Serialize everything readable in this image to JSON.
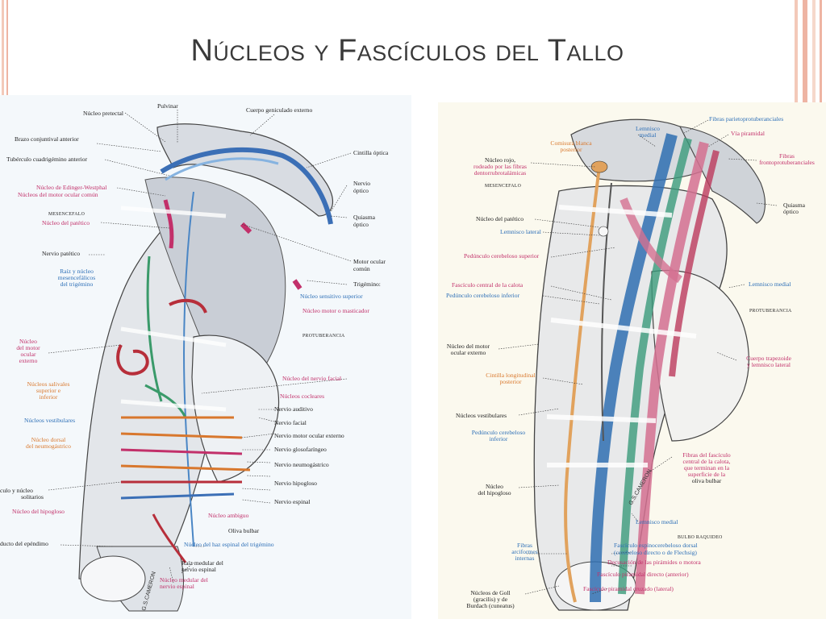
{
  "slide": {
    "title": "Núcleos y Fascículos del Tallo",
    "accent_colors": [
      "#f3c9b9",
      "#eeb4a3",
      "#f6d8cb"
    ]
  },
  "left_labels": {
    "pulvinar": "Pulvinar",
    "cuerpo_geniculado": "Cuerpo geniculado externo",
    "nucleo_pretectal": "Núcleo pretectal",
    "brazo_conjuntival": "Brazo conjuntival anterior",
    "tuberculo": "Tubérculo cuadrigémino anterior",
    "cintilla_optica": "Cintilla óptica",
    "edinger_1": "Núcleo de Edinger-Westphal",
    "edinger_2": "Núcleos del motor ocular común",
    "nervio_optico_1": "Nervio",
    "nervio_optico_2": "óptico",
    "mesencefalo": "MESENCEFALO",
    "nucleo_patetico": "Núcleo del patético",
    "quiasma_1": "Quiasma",
    "quiasma_2": "óptico",
    "nervio_patetico": "Nervio patético",
    "motor_ocular_comun_1": "Motor ocular",
    "motor_ocular_comun_2": "común",
    "raiz_1": "Raíz y núcleo",
    "raiz_2": "mesencefálicos",
    "raiz_3": "del trigémino",
    "trigemino": "Trigémino:",
    "sensitivo_superior": "Núcleo sensitivo superior",
    "motor_masticador": "Núcleo motor o masticador",
    "protuberancia": "PROTUBERANCIA",
    "motor_ocular_ext_1": "Núcleo",
    "motor_ocular_ext_2": "del motor",
    "motor_ocular_ext_3": "ocular",
    "motor_ocular_ext_4": "externo",
    "nervio_facial_nucleo": "Núcleo del nervio facial",
    "salivales_1": "Núcleos salivales",
    "salivales_2": "superior e",
    "salivales_3": "inferior",
    "cocleares": "Núcleos cocleares",
    "nervio_auditivo": "Nervio auditivo",
    "vestibulares": "Núcleos vestibulares",
    "nervio_facial": "Nervio facial",
    "dorsal_1": "Núcleo dorsal",
    "dorsal_2": "del neumogástrico",
    "motor_ocular_externo": "Nervio motor ocular externo",
    "glosofaringeo": "Nervio glosofaríngeo",
    "neumogastrico": "Nervio neumogástrico",
    "solitarios_1": "culo y núcleo",
    "solitarios_2": "solitarios",
    "hipogloso_nervio": "Nervio hipogloso",
    "espinal_nervio": "Nervio espinal",
    "hipogloso_nucleo": "Núcleo del hipogloso",
    "ambiguo": "Núcleo ambiguo",
    "oliva": "Oliva bulbar",
    "epéndimo": "ducto del epéndimo",
    "haz_espinal": "Núcleo del haz espinal del trigémino",
    "raiz_medular_1": "Raíz medular del",
    "raiz_medular_2": "nervio espinal",
    "nucleo_medular_1": "Núcleo medular del",
    "nucleo_medular_2": "nervio espinal",
    "signature": "G.S.CAMERON"
  },
  "right_labels": {
    "fibras_parieto": "Fibras parietoprotuberanciales",
    "via_piramidal": "Vía piramidal",
    "lemnisco_medial_top_1": "Lemnisco",
    "lemnisco_medial_top_2": "medial",
    "comisura_1": "Comisura blanca",
    "comisura_2": "posterior",
    "fibras_fronto_1": "Fibras",
    "fibras_fronto_2": "frontoprotuberanciales",
    "rojo_1": "Núcleo rojo,",
    "rojo_2": "rodeado por las fibras",
    "rojo_3": "dentorrubrotalámicas",
    "mesencefalo": "MESENCEFALO",
    "quiasma_1": "Quiasma",
    "quiasma_2": "óptico",
    "patetico": "Núcleo del patético",
    "lemnisco_lateral": "Lemnisco lateral",
    "pedunculo_sup": "Pedúnculo cerebeloso superior",
    "fasciculo_central": "Fascículo central de la calota",
    "pedunculo_inf": "Pedúnculo cerebeloso inferior",
    "lemnisco_medial_mid": "Lemnisco medial",
    "protuberancia": "PROTUBERANCIA",
    "motor_ocular_1": "Núcleo del motor",
    "motor_ocular_2": "ocular externo",
    "cuerpo_trapezoide_1": "Cuerpo trapezoide",
    "cuerpo_trapezoide_2": "y lemnisco lateral",
    "cintilla_long_1": "Cintilla longitudinal",
    "cintilla_long_2": "posterior",
    "vestibulares": "Núcleos vestibulares",
    "pedunculo_inf2_1": "Pedúnculo cerebeloso",
    "pedunculo_inf2_2": "inferior",
    "fibras_fasciculo_1": "Fibras del fascículo",
    "fibras_fasciculo_2": "central de la calota,",
    "fibras_fasciculo_3": "que terminan en la",
    "fibras_fasciculo_4": "superficie de la",
    "fibras_fasciculo_5": "oliva bulbar",
    "hipogloso_1": "Núcleo",
    "hipogloso_2": "del hipogloso",
    "lemnisco_medial_low": "Lemnisco medial",
    "bulbo": "BULBO RAQUIDEO",
    "arciformes_1": "Fibras",
    "arciformes_2": "arciformes",
    "arciformes_3": "internas",
    "espinocerebeloso_1": "Fascículo espinocerebeloso dorsal",
    "espinocerebeloso_2": "(cerebeloso directo o de Flechsig)",
    "decusacion": "Decusación de las pirámides o motora",
    "piramidal_directo": "Fascículo piramidal directo (anterior)",
    "goll_1": "Núcleos de Goll",
    "goll_2": "(gracilis) y de",
    "goll_3": "Burdach (cuneatus)",
    "piramidal_cruzado": "Fascículo piramidal cruzado (lateral)",
    "signature": "G.S.CAMERON"
  }
}
